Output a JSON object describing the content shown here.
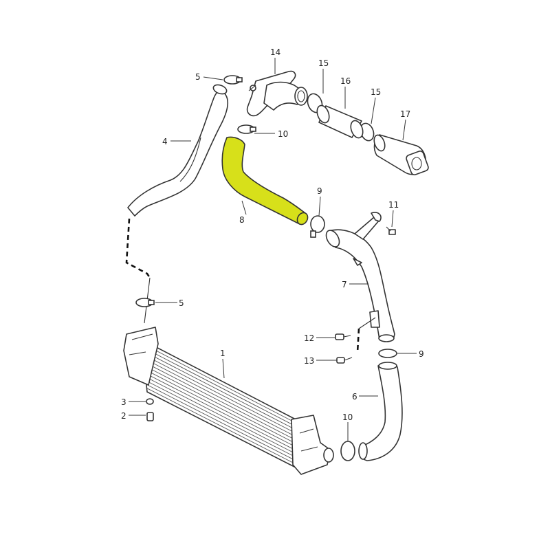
{
  "highlight_color": "#d7e01a",
  "callouts": {
    "c1": "1",
    "c2": "2",
    "c3": "3",
    "c4": "4",
    "c5a": "5",
    "c5b": "5",
    "c6": "6",
    "c7": "7",
    "c8": "8",
    "c9a": "9",
    "c9b": "9",
    "c10a": "10",
    "c10b": "10",
    "c11": "11",
    "c12": "12",
    "c13": "13",
    "c14": "14",
    "c15a": "15",
    "c15b": "15",
    "c16": "16",
    "c17": "17"
  }
}
